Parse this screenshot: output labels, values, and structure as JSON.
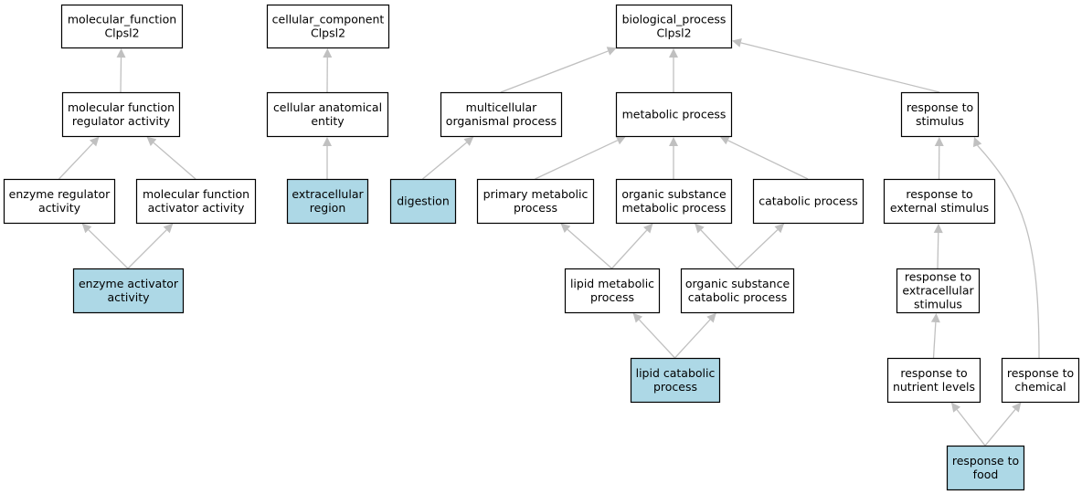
{
  "colors": {
    "node_fill": "#ffffff",
    "highlight_fill": "#add8e6",
    "edge": "#c0c0c0",
    "border": "#000000"
  },
  "nodes": [
    {
      "id": "mf_root",
      "lines": [
        "molecular_function",
        "Clpsl2"
      ],
      "highlight": false
    },
    {
      "id": "mf_regulator",
      "lines": [
        "molecular function",
        "regulator activity"
      ],
      "highlight": false
    },
    {
      "id": "enzyme_regulator",
      "lines": [
        "enzyme regulator",
        "activity"
      ],
      "highlight": false
    },
    {
      "id": "mf_activator",
      "lines": [
        "molecular function",
        "activator activity"
      ],
      "highlight": false
    },
    {
      "id": "enzyme_activator",
      "lines": [
        "enzyme activator",
        "activity"
      ],
      "highlight": true
    },
    {
      "id": "cc_root",
      "lines": [
        "cellular_component",
        "Clpsl2"
      ],
      "highlight": false
    },
    {
      "id": "cell_anatomical",
      "lines": [
        "cellular anatomical",
        "entity"
      ],
      "highlight": false
    },
    {
      "id": "extracellular_region",
      "lines": [
        "extracellular",
        "region"
      ],
      "highlight": true
    },
    {
      "id": "bp_root",
      "lines": [
        "biological_process",
        "Clpsl2"
      ],
      "highlight": false
    },
    {
      "id": "multicellular",
      "lines": [
        "multicellular",
        "organismal process"
      ],
      "highlight": false
    },
    {
      "id": "digestion",
      "lines": [
        "digestion"
      ],
      "highlight": true
    },
    {
      "id": "metabolic",
      "lines": [
        "metabolic process"
      ],
      "highlight": false
    },
    {
      "id": "primary_metabolic",
      "lines": [
        "primary metabolic",
        "process"
      ],
      "highlight": false
    },
    {
      "id": "organic_metabolic",
      "lines": [
        "organic substance",
        "metabolic process"
      ],
      "highlight": false
    },
    {
      "id": "catabolic",
      "lines": [
        "catabolic process"
      ],
      "highlight": false
    },
    {
      "id": "lipid_metabolic",
      "lines": [
        "lipid metabolic",
        "process"
      ],
      "highlight": false
    },
    {
      "id": "organic_catabolic",
      "lines": [
        "organic substance",
        "catabolic process"
      ],
      "highlight": false
    },
    {
      "id": "lipid_catabolic",
      "lines": [
        "lipid catabolic",
        "process"
      ],
      "highlight": true
    },
    {
      "id": "response_stimulus",
      "lines": [
        "response to",
        "stimulus"
      ],
      "highlight": false
    },
    {
      "id": "response_external",
      "lines": [
        "response to",
        "external stimulus"
      ],
      "highlight": false
    },
    {
      "id": "response_extracellular",
      "lines": [
        "response to",
        "extracellular",
        "stimulus"
      ],
      "highlight": false
    },
    {
      "id": "response_nutrient",
      "lines": [
        "response to",
        "nutrient levels"
      ],
      "highlight": false
    },
    {
      "id": "response_chemical",
      "lines": [
        "response to",
        "chemical"
      ],
      "highlight": false
    },
    {
      "id": "response_food",
      "lines": [
        "response to",
        "food"
      ],
      "highlight": true
    }
  ],
  "edges": [
    {
      "from": "mf_regulator",
      "to": "mf_root"
    },
    {
      "from": "enzyme_regulator",
      "to": "mf_regulator"
    },
    {
      "from": "mf_activator",
      "to": "mf_regulator"
    },
    {
      "from": "enzyme_activator",
      "to": "enzyme_regulator"
    },
    {
      "from": "enzyme_activator",
      "to": "mf_activator"
    },
    {
      "from": "cell_anatomical",
      "to": "cc_root"
    },
    {
      "from": "extracellular_region",
      "to": "cell_anatomical"
    },
    {
      "from": "multicellular",
      "to": "bp_root"
    },
    {
      "from": "metabolic",
      "to": "bp_root"
    },
    {
      "from": "response_stimulus",
      "to": "bp_root"
    },
    {
      "from": "digestion",
      "to": "multicellular"
    },
    {
      "from": "primary_metabolic",
      "to": "metabolic"
    },
    {
      "from": "organic_metabolic",
      "to": "metabolic"
    },
    {
      "from": "catabolic",
      "to": "metabolic"
    },
    {
      "from": "lipid_metabolic",
      "to": "primary_metabolic"
    },
    {
      "from": "lipid_metabolic",
      "to": "organic_metabolic"
    },
    {
      "from": "organic_catabolic",
      "to": "organic_metabolic"
    },
    {
      "from": "organic_catabolic",
      "to": "catabolic"
    },
    {
      "from": "lipid_catabolic",
      "to": "lipid_metabolic"
    },
    {
      "from": "lipid_catabolic",
      "to": "organic_catabolic"
    },
    {
      "from": "response_external",
      "to": "response_stimulus"
    },
    {
      "from": "response_chemical",
      "to": "response_stimulus"
    },
    {
      "from": "response_extracellular",
      "to": "response_external"
    },
    {
      "from": "response_nutrient",
      "to": "response_extracellular"
    },
    {
      "from": "response_food",
      "to": "response_nutrient"
    },
    {
      "from": "response_food",
      "to": "response_chemical"
    }
  ]
}
